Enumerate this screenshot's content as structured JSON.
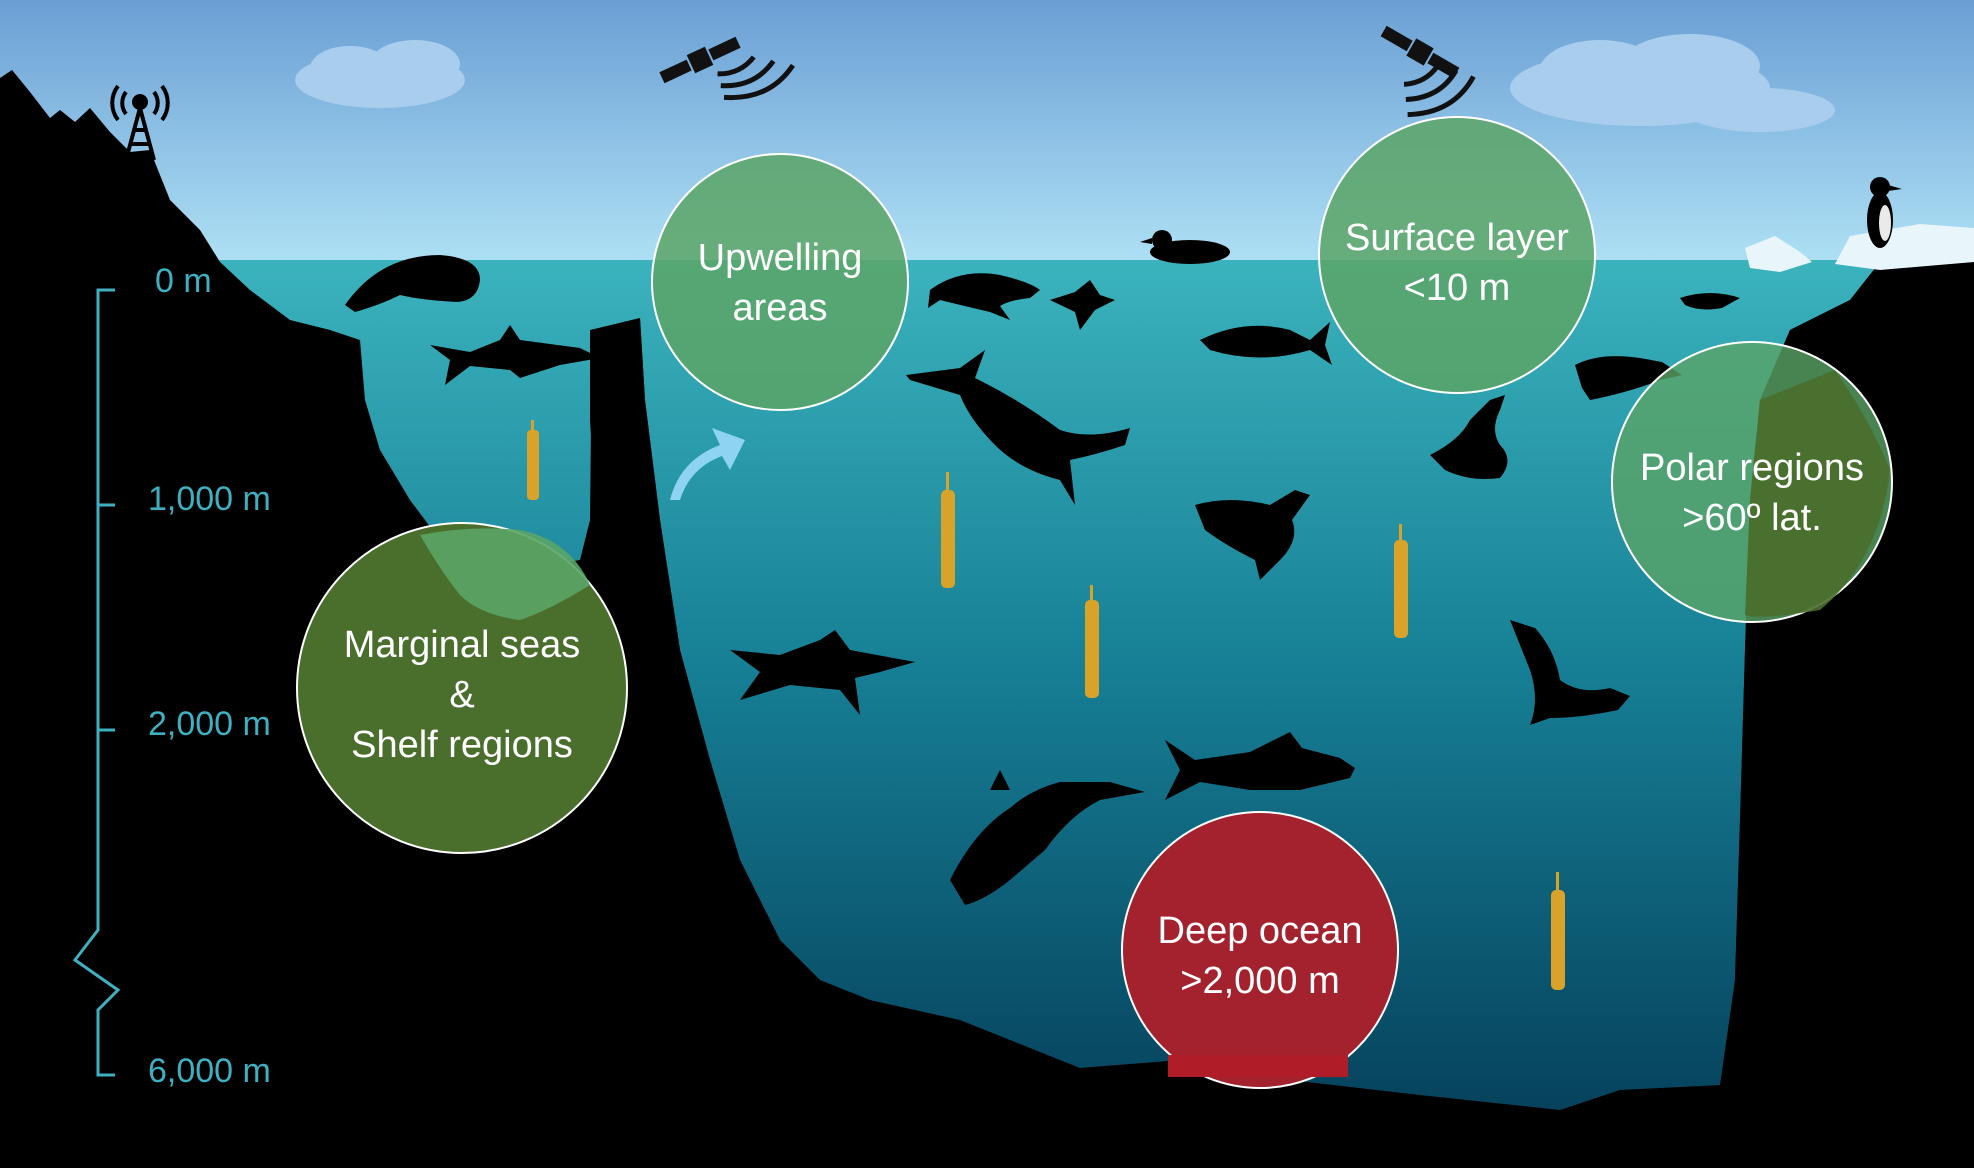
{
  "colors": {
    "sky_top": "#6a9fd4",
    "sky_bottom": "#a9dcf3",
    "water_top": "#3bb3bd",
    "water_bottom": "#053d57",
    "land": "#000000",
    "depth_scale": "#3fb0c2",
    "region_green": "#5aa466",
    "region_dark_green": "#4a6e2c",
    "region_red": "#a3222e",
    "float": "#d9a32a"
  },
  "depth_scale": {
    "labels": [
      "0 m",
      "1,000 m",
      "2,000 m",
      "6,000 m"
    ]
  },
  "regions": [
    {
      "id": "upwelling",
      "lines": [
        "Upwelling",
        "areas"
      ]
    },
    {
      "id": "surface",
      "lines": [
        "Surface layer",
        "<10 m"
      ]
    },
    {
      "id": "polar",
      "lines": [
        "Polar regions",
        ">60º lat."
      ]
    },
    {
      "id": "marginal",
      "lines": [
        "Marginal seas",
        "&",
        "Shelf regions"
      ]
    },
    {
      "id": "deep",
      "lines": [
        "Deep ocean",
        ">2,000 m"
      ]
    }
  ],
  "icons": [
    "satellite-icon",
    "radio-tower-icon",
    "profiling-float-icon",
    "penguin-icon",
    "whale-icon",
    "shark-icon",
    "turtle-icon",
    "seal-icon",
    "manatee-icon",
    "fish-icon",
    "swordfish-icon",
    "bird-icon",
    "cloud-icon",
    "ice-floe-icon",
    "arrow-icon"
  ]
}
